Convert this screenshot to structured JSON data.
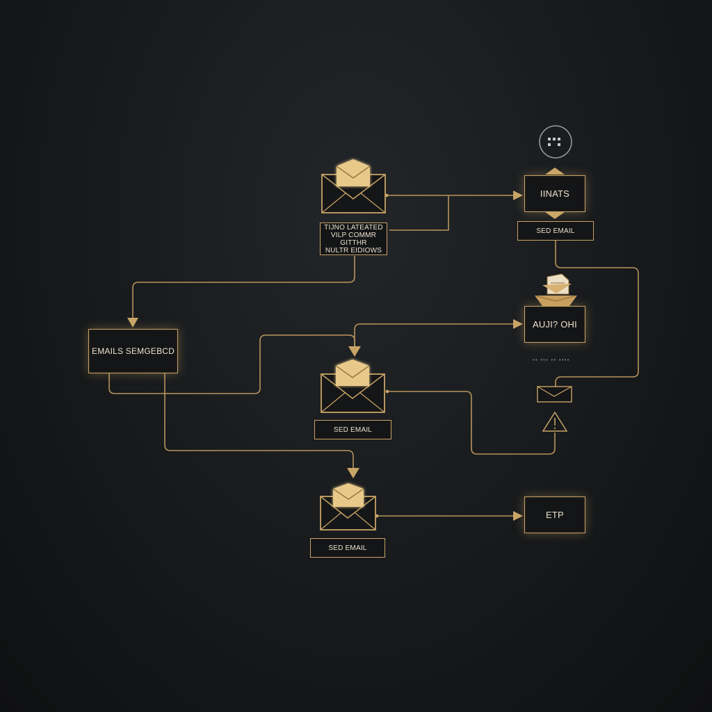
{
  "diagram": {
    "nodes": {
      "top_caption": {
        "lines": [
          "TIJNO LATEATED",
          "VILP COMMR GITTHR",
          "NULTR EIDIOWS"
        ]
      },
      "emails_box": {
        "label": "EMAILS SEMGEBCD"
      },
      "mid_send": {
        "label": "SED EMAIL"
      },
      "bottom_send": {
        "label": "SED EMAIL"
      },
      "inats_box": {
        "label": "IINATS"
      },
      "top_right_send": {
        "label": "SED EMAIL"
      },
      "aujr_box": {
        "label": "AUJI? OHI"
      },
      "aujr_note": {
        "label": "•• ••• •• ••••"
      },
      "etp_box": {
        "label": "ETP"
      }
    },
    "icons": [
      "envelope-icon",
      "open-envelope-icon",
      "warning-icon",
      "menu-circle-icon"
    ],
    "colors": {
      "accent": "#c9a467",
      "envelope_fill": "#e8c98a",
      "background": "#17191b",
      "text": "#ece2cf"
    }
  }
}
